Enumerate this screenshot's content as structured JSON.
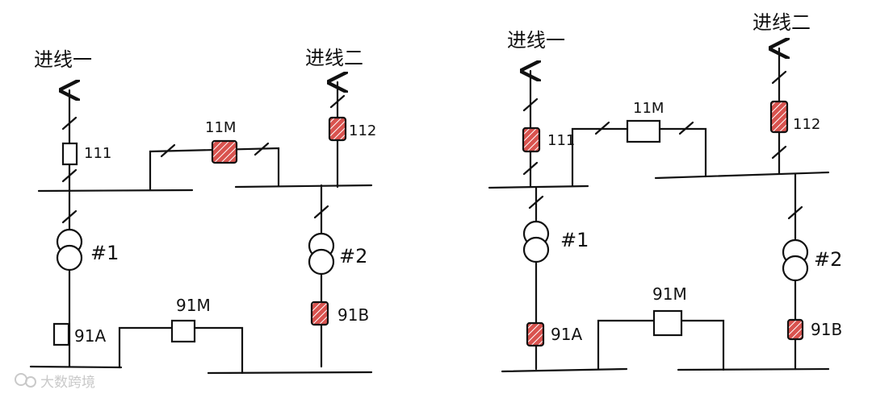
{
  "colors": {
    "ink": "#111111",
    "closed_fill": "#d9534f",
    "open_fill": "#ffffff",
    "watermark": "#c9c9c9"
  },
  "watermark": {
    "text": "大数跨境",
    "logo": "wechat-logo"
  },
  "diagrams": [
    {
      "labels": {
        "incoming1": "进线一",
        "incoming2": "进线二",
        "b111": "111",
        "b11M": "11M",
        "b112": "112",
        "t1": "#1",
        "t2": "#2",
        "b91A": "91A",
        "b91M": "91M",
        "b91B": "91B"
      },
      "breaker_states": {
        "b111": "open",
        "b11M": "closed",
        "b112": "closed",
        "b91A": "open",
        "b91M": "open",
        "b91B": "closed"
      }
    },
    {
      "labels": {
        "incoming1": "进线一",
        "incoming2": "进线二",
        "b111": "111",
        "b11M": "11M",
        "b112": "112",
        "t1": "#1",
        "t2": "#2",
        "b91A": "91A",
        "b91M": "91M",
        "b91B": "91B"
      },
      "breaker_states": {
        "b111": "closed",
        "b11M": "open",
        "b112": "closed",
        "b91A": "closed",
        "b91M": "open",
        "b91B": "closed"
      }
    }
  ]
}
